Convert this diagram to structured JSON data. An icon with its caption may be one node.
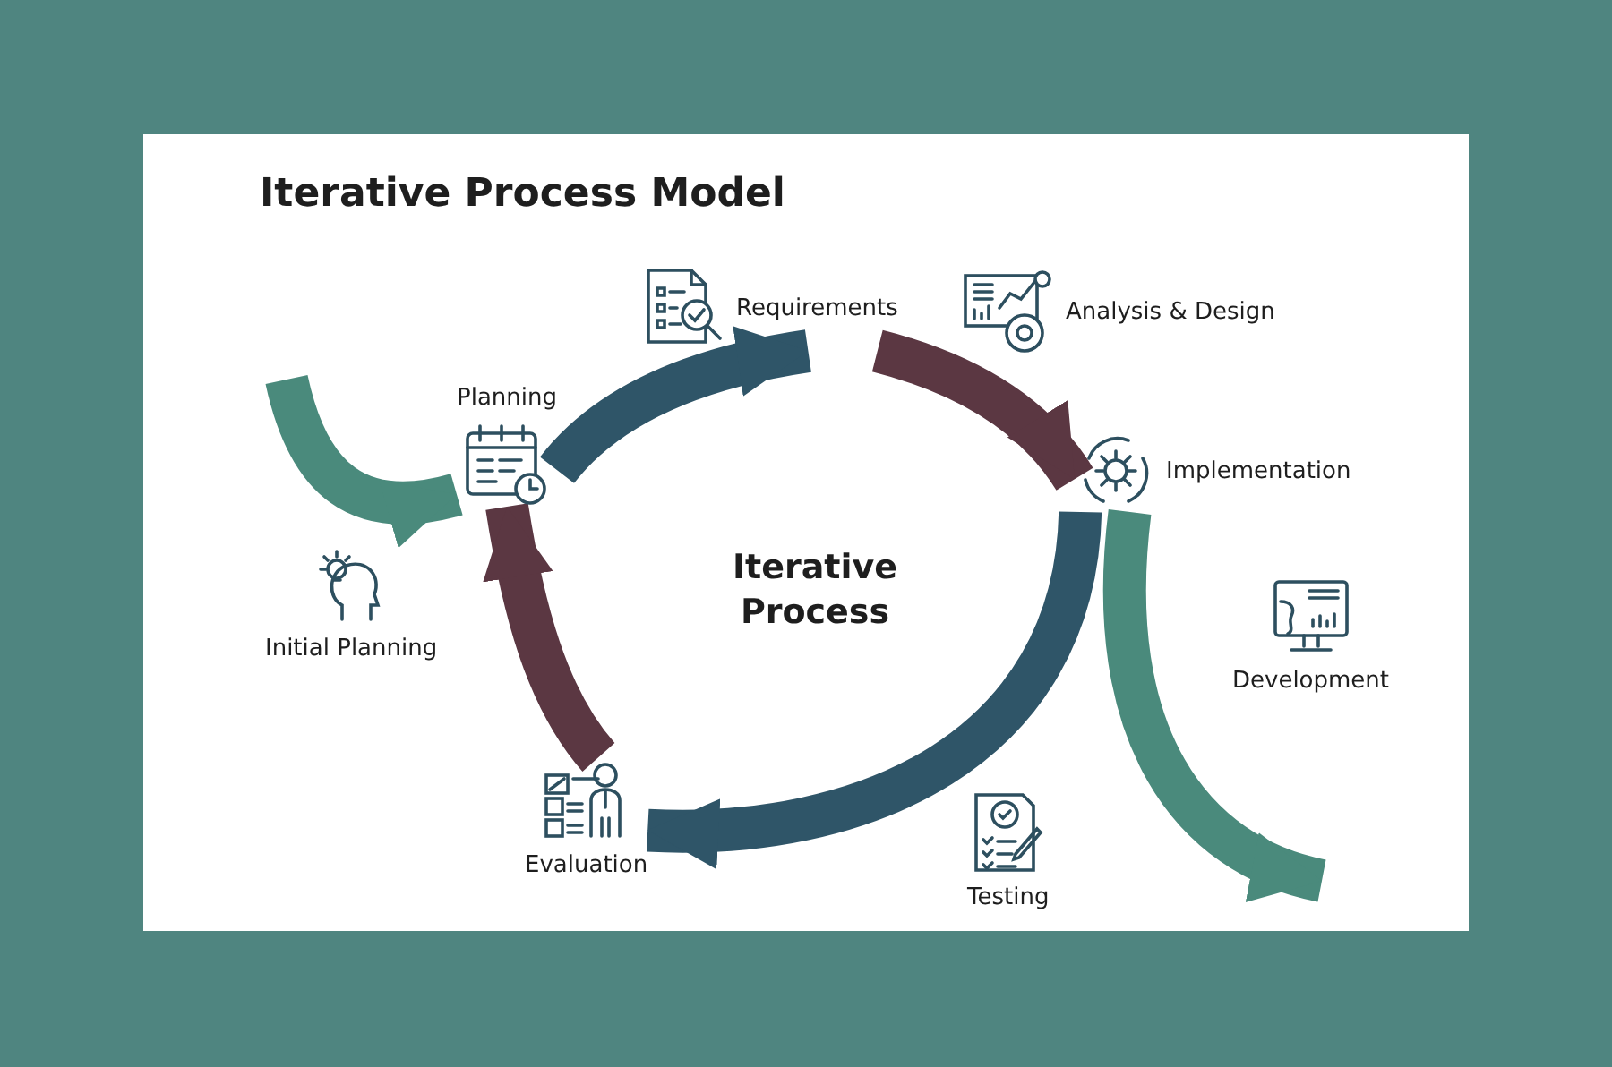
{
  "diagram": {
    "title": "Iterative Process Model",
    "nodes": [
      {
        "text": [
          "Initial Planning"
        ]
      },
      {
        "text": [
          "Planning"
        ]
      },
      {
        "text": [
          "Requirements"
        ]
      },
      {
        "text": [
          "Analysis & Design"
        ]
      },
      {
        "text": [
          "Implementation"
        ]
      },
      {
        "text": [
          "Development"
        ]
      },
      {
        "text": [
          "Testing"
        ]
      },
      {
        "text": [
          "Evaluation"
        ]
      }
    ],
    "edges": [
      {
        "from": 1,
        "to": 2,
        "arrow": "to",
        "color": "#2f5568"
      },
      {
        "from": 2,
        "to": 4,
        "arrow": "to",
        "color": "#5b3742"
      },
      {
        "from": 4,
        "to": 7,
        "arrow": "to",
        "color": "#2f5568"
      },
      {
        "from": 7,
        "to": 1,
        "arrow": "to",
        "color": "#5b3742"
      },
      {
        "from": null,
        "to": 1,
        "arrow": "to",
        "color": "#4a8a7c"
      },
      {
        "from": 4,
        "to": null,
        "arrow": "to",
        "color": "#4a8a7c"
      }
    ],
    "labels": [
      "Iterative Process"
    ]
  }
}
